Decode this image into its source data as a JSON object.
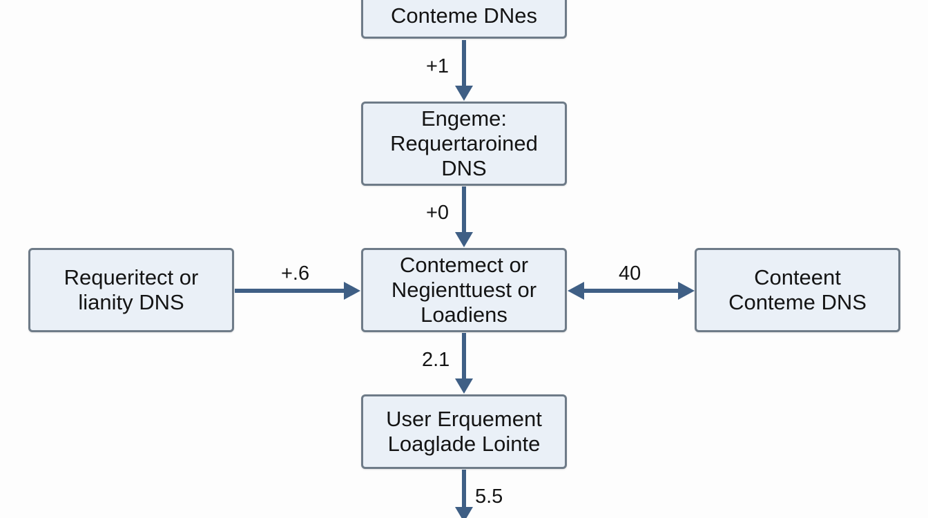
{
  "nodes": {
    "top": {
      "lines": [
        "Conteme DNes"
      ]
    },
    "engine": {
      "lines": [
        "Engeme:",
        "Requertaroined",
        "DNS"
      ]
    },
    "center": {
      "lines": [
        "Contemect or",
        "Negienttuest or",
        "Loadiens"
      ]
    },
    "left": {
      "lines": [
        "Requeritect or",
        "lianity DNS"
      ]
    },
    "right": {
      "lines": [
        "Conteent",
        "Conteme DNS"
      ]
    },
    "user": {
      "lines": [
        "User Erquement",
        "Loaglade Lointe"
      ]
    }
  },
  "edges": [
    {
      "from": "top",
      "to": "engine",
      "label": "+1",
      "direction": "forward"
    },
    {
      "from": "engine",
      "to": "center",
      "label": "+0",
      "direction": "forward"
    },
    {
      "from": "left",
      "to": "center",
      "label": "+.6",
      "direction": "forward"
    },
    {
      "from": "center",
      "to": "right",
      "label": "40",
      "direction": "both"
    },
    {
      "from": "center",
      "to": "user",
      "label": "2.1",
      "direction": "forward"
    },
    {
      "from": "user",
      "to": "below",
      "label": "5.5",
      "direction": "forward"
    }
  ],
  "colors": {
    "node_fill": "#eaf0f7",
    "node_border": "#6e7b88",
    "arrow": "#3f5f85",
    "text": "#141414"
  }
}
